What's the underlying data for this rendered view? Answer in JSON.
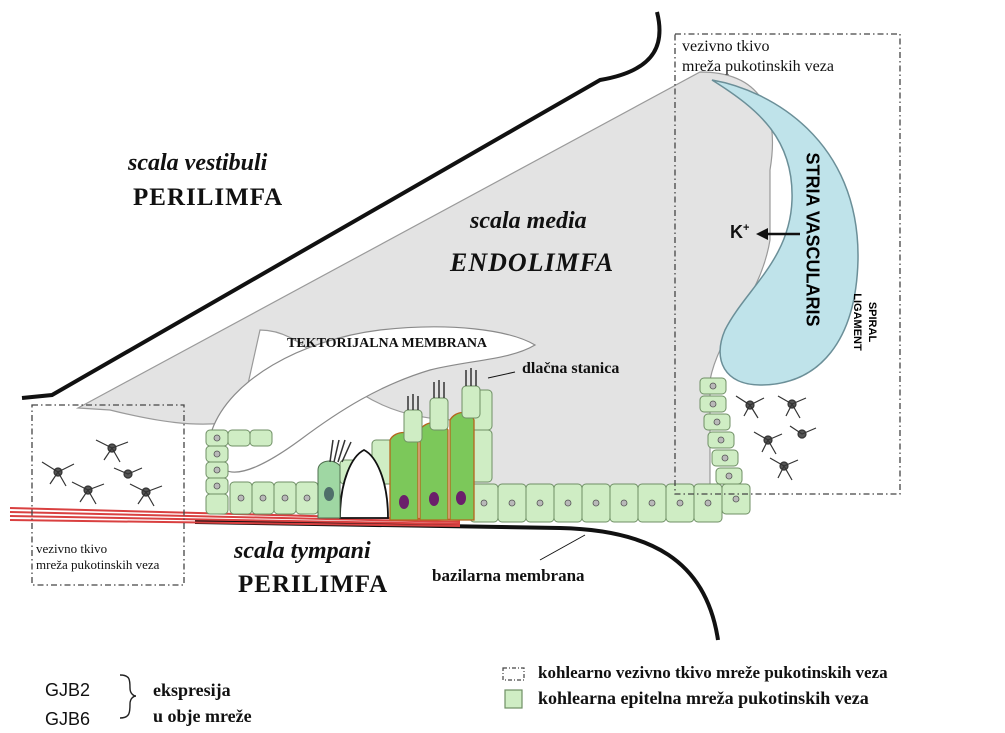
{
  "labels": {
    "scala_vestibuli": "scala vestibuli",
    "perilimfa_top": "PERILIMFA",
    "scala_media": "scala media",
    "endolimfa": "ENDOLIMFA",
    "tektorijalna": "TEKTORIJALNA MEMBRANA",
    "dlacna_stanica": "dlačna stanica",
    "scala_tympani": "scala tympani",
    "perilimfa_bottom": "PERILIMFA",
    "bazilarna": "bazilarna membrana",
    "stria_vascularis": "STRIA VASCULARIS",
    "spiral_ligament_1": "SPIRAL",
    "spiral_ligament_2": "LIGAMENT",
    "k_ion": "K",
    "k_sup": "+",
    "vezivno_top_1": "vezivno tkivo",
    "vezivno_top_2": "mreža pukotinskih veza",
    "vezivno_left_1": "vezivno tkivo",
    "vezivno_left_2": "mreža pukotinskih veza"
  },
  "legend": {
    "gjb2": "GJB2",
    "gjb6": "GJB6",
    "ekspresija": "ekspresija",
    "u_obje": "u obje mreže",
    "dashed_item": "kohlearno vezivno tkivo mreže pukotinskih veza",
    "green_item": "kohlearna epitelna mreža pukotinskih veza"
  },
  "colors": {
    "scala_media_fill": "#e3e3e3",
    "stria_fill": "#bfe3ea",
    "epithelium_fill": "#cfedc4",
    "hair_cell_fill": "#7cc85a",
    "hair_cell_nucleus": "#6b1f6b",
    "nerve": "#d94040"
  }
}
